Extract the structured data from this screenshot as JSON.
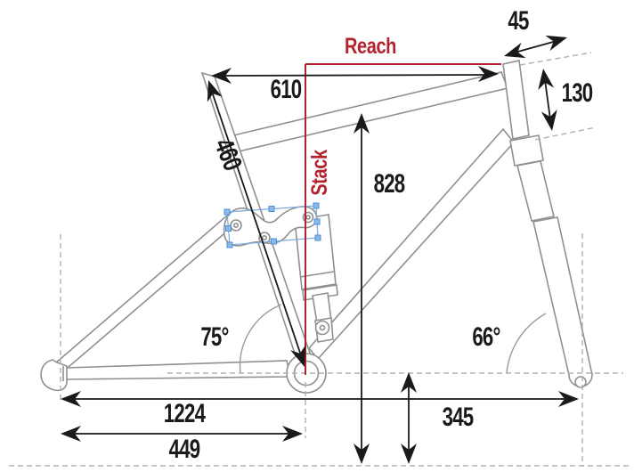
{
  "diagram": {
    "type": "bike-frame-geometry",
    "labels": {
      "reach": "Reach",
      "stack": "Stack"
    },
    "measurements": {
      "top_tube": "610",
      "seat_tube": "460",
      "standover": "828",
      "head_top_offset": "45",
      "head_tube": "130",
      "wheelbase": "1224",
      "chainstay": "449",
      "axle_height": "345",
      "seat_angle": "75°",
      "head_angle": "66°"
    },
    "colors": {
      "dimension_black": "#1a1a1a",
      "frame_outline_gray": "#909090",
      "reference_dash_gray": "#b0b0b0",
      "highlight_red": "#b2232d",
      "selection_blue": "#4a90d9"
    }
  }
}
